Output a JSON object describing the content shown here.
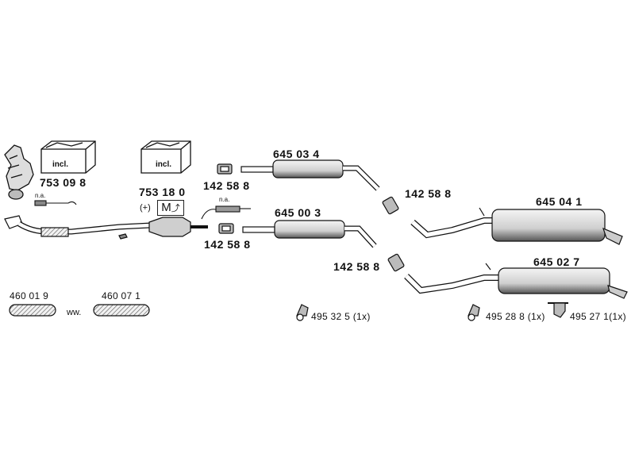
{
  "parts": {
    "p753098": "753 09 8",
    "p753180": "753 18 0",
    "p645034": "645 03 4",
    "p645003": "645 00 3",
    "p645041": "645 04 1",
    "p645027": "645 02 7",
    "clamp_a": "142 58 8",
    "clamp_b": "142 58 8",
    "clamp_c": "142 58 8",
    "clamp_d": "142 58 8",
    "p460019": "460 01 9",
    "p460071": "460 07 1",
    "h495325": "495 32 5 (1x)",
    "h495288": "495 28 8 (1x)",
    "h495271": "495 27 1(1x)"
  },
  "notes": {
    "incl_1": "incl.",
    "incl_2": "incl.",
    "na_1": "n.a.",
    "na_2": "n.a.",
    "plus": "(+)",
    "m_box": "M",
    "ww": "ww."
  }
}
